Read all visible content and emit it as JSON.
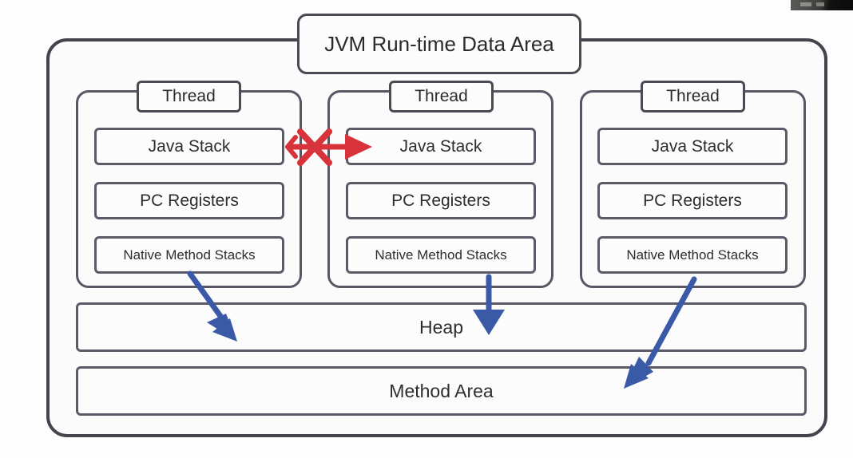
{
  "diagram": {
    "title": "JVM Run-time Data Area",
    "threads": [
      {
        "label": "Thread",
        "areas": [
          {
            "name": "Java Stack"
          },
          {
            "name": "PC Registers"
          },
          {
            "name": "Native Method Stacks"
          }
        ]
      },
      {
        "label": "Thread",
        "areas": [
          {
            "name": "Java Stack"
          },
          {
            "name": "PC Registers"
          },
          {
            "name": "Native Method Stacks"
          }
        ]
      },
      {
        "label": "Thread",
        "areas": [
          {
            "name": "Java Stack"
          },
          {
            "name": "PC Registers"
          },
          {
            "name": "Native Method Stacks"
          }
        ]
      }
    ],
    "shared": [
      {
        "name": "Heap"
      },
      {
        "name": "Method Area"
      }
    ],
    "annotations": [
      {
        "id": "no-cross-thread-stack-access",
        "kind": "crossed-out-arrow",
        "color": "#d8333a",
        "from": "thread-1-java-stack",
        "to": "thread-2-java-stack",
        "meaning": "Java Stack is not shared between threads"
      },
      {
        "id": "thread-1-to-heap",
        "kind": "arrow",
        "color": "#3a5aa8",
        "from": "thread-1",
        "to": "Heap"
      },
      {
        "id": "thread-2-to-heap",
        "kind": "arrow",
        "color": "#3a5aa8",
        "from": "thread-2",
        "to": "Heap"
      },
      {
        "id": "thread-3-to-method-area",
        "kind": "arrow",
        "color": "#3a5aa8",
        "from": "thread-3",
        "to": "Method Area"
      }
    ],
    "colors": {
      "box_border": "#4a4a55",
      "inner_border": "#5a5a68",
      "background": "#fbfbfb",
      "text": "#2b2b2b",
      "arrow_blue": "#3a5aa8",
      "arrow_red": "#d8333a"
    }
  }
}
